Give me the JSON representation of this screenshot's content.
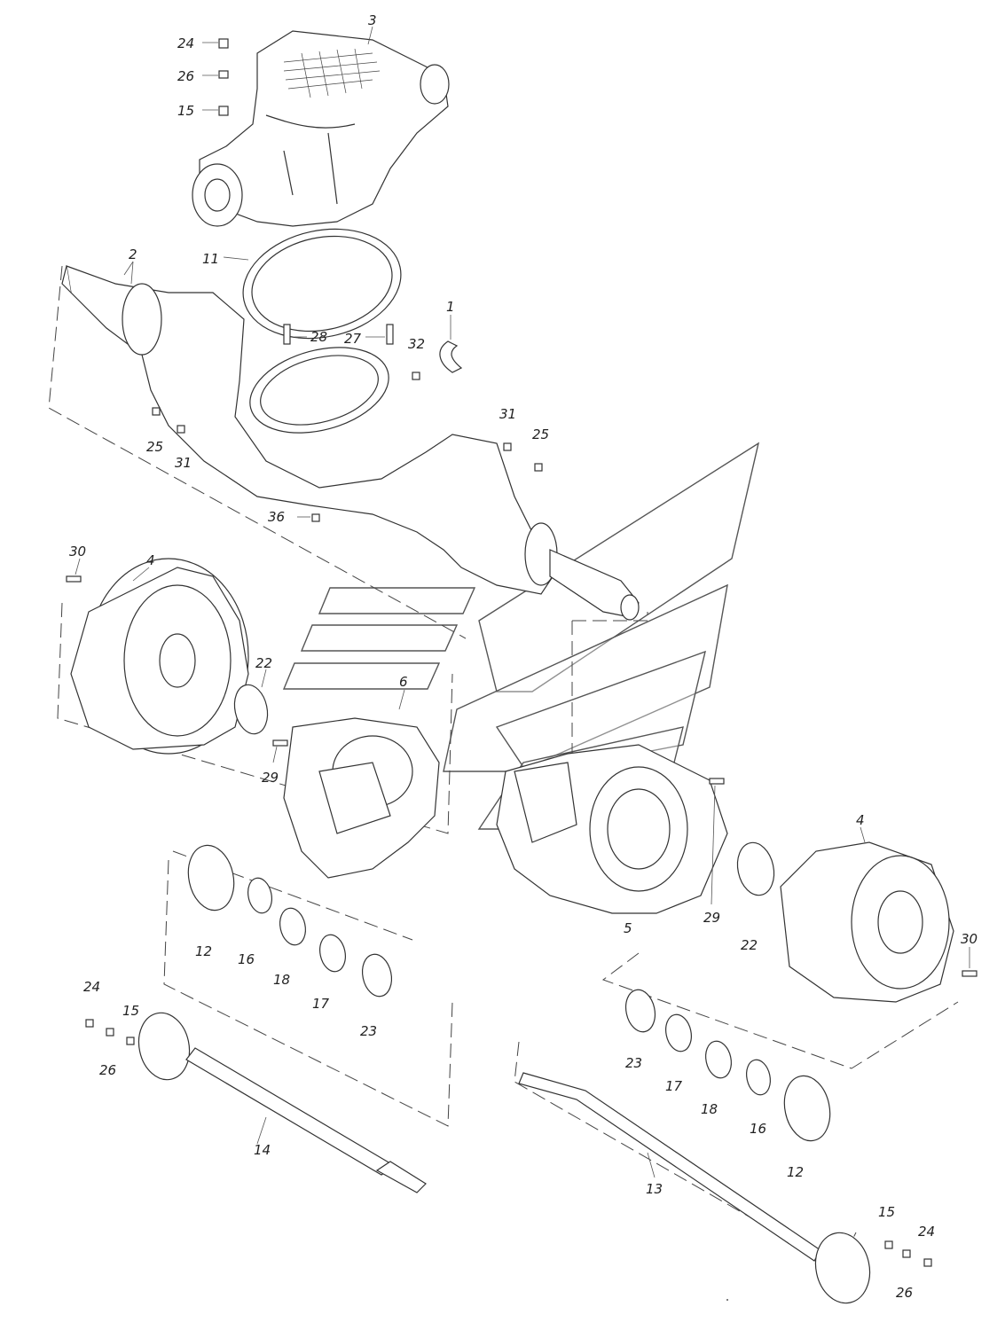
{
  "diagram": {
    "callouts": [
      {
        "id": "c3",
        "text": "3"
      },
      {
        "id": "c24a",
        "text": "24"
      },
      {
        "id": "c26a",
        "text": "26"
      },
      {
        "id": "c15a",
        "text": "15"
      },
      {
        "id": "c2",
        "text": "2"
      },
      {
        "id": "c11",
        "text": "11"
      },
      {
        "id": "c1",
        "text": "1"
      },
      {
        "id": "c28",
        "text": "28"
      },
      {
        "id": "c27",
        "text": "27"
      },
      {
        "id": "c32",
        "text": "32"
      },
      {
        "id": "c25a",
        "text": "25"
      },
      {
        "id": "c31a",
        "text": "31"
      },
      {
        "id": "c31b",
        "text": "31"
      },
      {
        "id": "c25b",
        "text": "25"
      },
      {
        "id": "c36",
        "text": "36"
      },
      {
        "id": "c30a",
        "text": "30"
      },
      {
        "id": "c4a",
        "text": "4"
      },
      {
        "id": "c22a",
        "text": "22"
      },
      {
        "id": "c6",
        "text": "6"
      },
      {
        "id": "c29a",
        "text": "29"
      },
      {
        "id": "c4b",
        "text": "4"
      },
      {
        "id": "c5",
        "text": "5"
      },
      {
        "id": "c29b",
        "text": "29"
      },
      {
        "id": "c22b",
        "text": "22"
      },
      {
        "id": "c30b",
        "text": "30"
      },
      {
        "id": "c12a",
        "text": "12"
      },
      {
        "id": "c16a",
        "text": "16"
      },
      {
        "id": "c18a",
        "text": "18"
      },
      {
        "id": "c17a",
        "text": "17"
      },
      {
        "id": "c23a",
        "text": "23"
      },
      {
        "id": "c24b",
        "text": "24"
      },
      {
        "id": "c15b",
        "text": "15"
      },
      {
        "id": "c26b",
        "text": "26"
      },
      {
        "id": "c14",
        "text": "14"
      },
      {
        "id": "c23b",
        "text": "23"
      },
      {
        "id": "c17b",
        "text": "17"
      },
      {
        "id": "c18b",
        "text": "18"
      },
      {
        "id": "c16b",
        "text": "16"
      },
      {
        "id": "c12b",
        "text": "12"
      },
      {
        "id": "c13",
        "text": "13"
      },
      {
        "id": "c15c",
        "text": "15"
      },
      {
        "id": "c24c",
        "text": "24"
      },
      {
        "id": "c26c",
        "text": "26"
      }
    ]
  }
}
